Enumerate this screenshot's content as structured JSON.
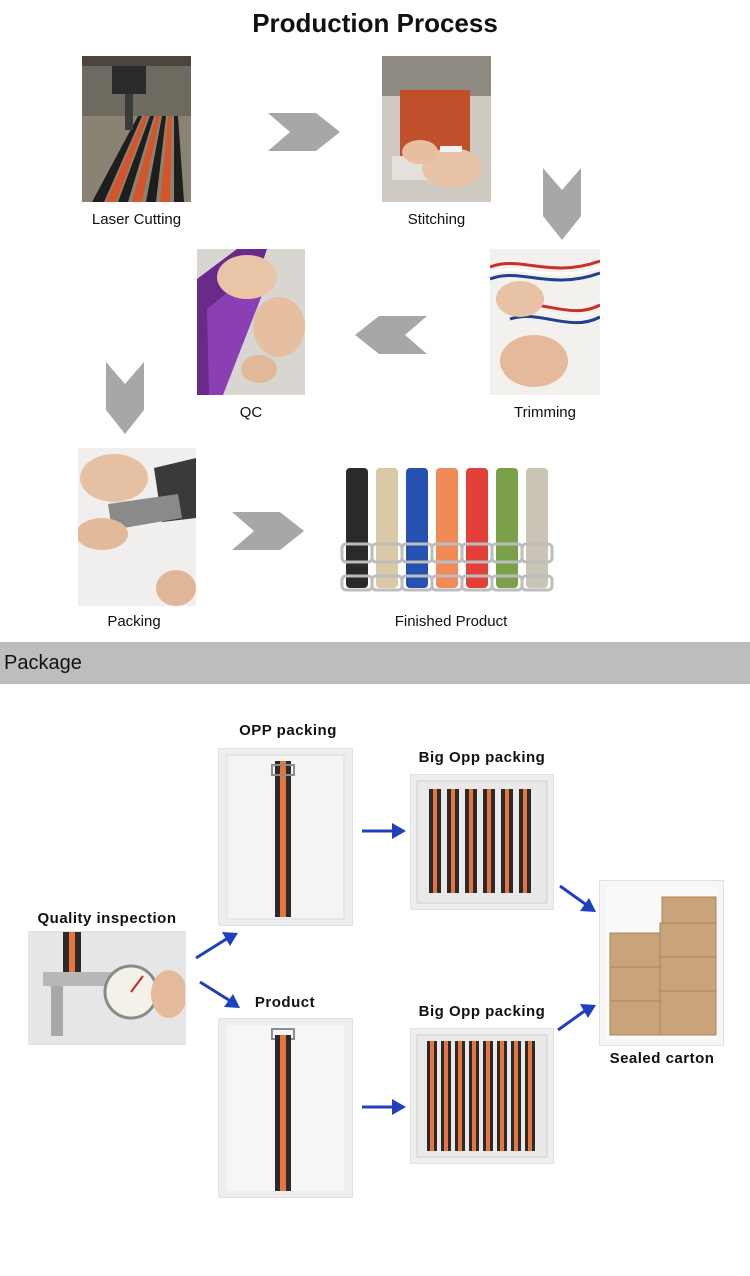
{
  "header": {
    "title": "Production Process"
  },
  "steps": {
    "laser_cutting": "Laser Cutting",
    "stitching": "Stitching",
    "trimming": "Trimming",
    "qc": "QC",
    "packing": "Packing",
    "finished_product": "Finished Product"
  },
  "section": {
    "package_label": "Package"
  },
  "package": {
    "quality_inspection": "Quality inspection",
    "opp_packing": "OPP packing",
    "big_opp_packing_top": "Big Opp packing",
    "product": "Product",
    "big_opp_packing_bottom": "Big Opp packing",
    "sealed_carton": "Sealed carton"
  },
  "colors": {
    "chevron": "#a7a7a7",
    "band": "#bdbdbd",
    "arrow_blue": "#1f3fbf",
    "strap_orange": "#e8743b",
    "strap_black": "#2a2a2a"
  }
}
